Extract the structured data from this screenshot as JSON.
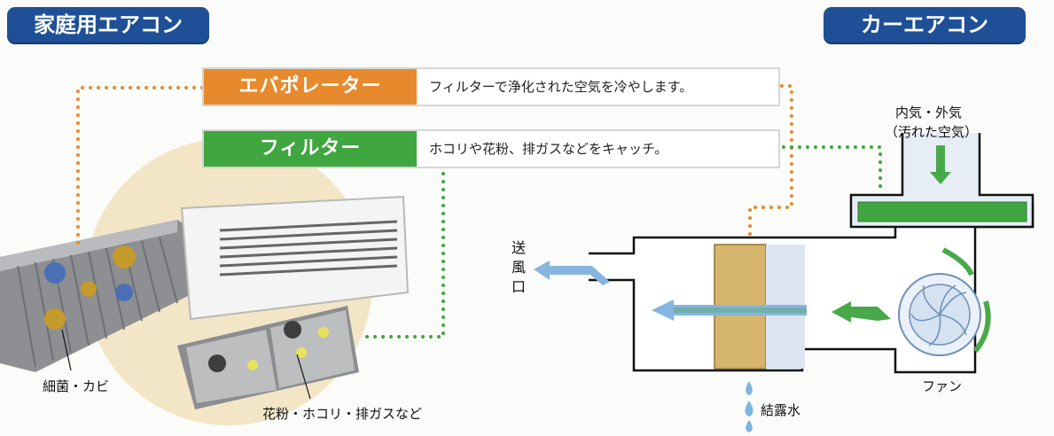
{
  "badges": {
    "home": "家庭用エアコン",
    "car": "カーエアコン"
  },
  "rows": [
    {
      "tag": "エバポレーター",
      "desc": "フィルターで浄化された空気を冷やします。",
      "color": "#e78a2e"
    },
    {
      "tag": "フィルター",
      "desc": "ホコリや花粉、排ガスなどをキャッチ。",
      "color": "#3fa640"
    }
  ],
  "labels": {
    "air_in_1": "内気・外気",
    "air_in_2": "（汚れた空気）",
    "outlet_1": "送",
    "outlet_2": "風",
    "outlet_3": "口",
    "bacteria": "細菌・カビ",
    "dust": "花粉・ホコリ・排ガスなど",
    "condensate": "結露水",
    "fan": "ファン"
  }
}
